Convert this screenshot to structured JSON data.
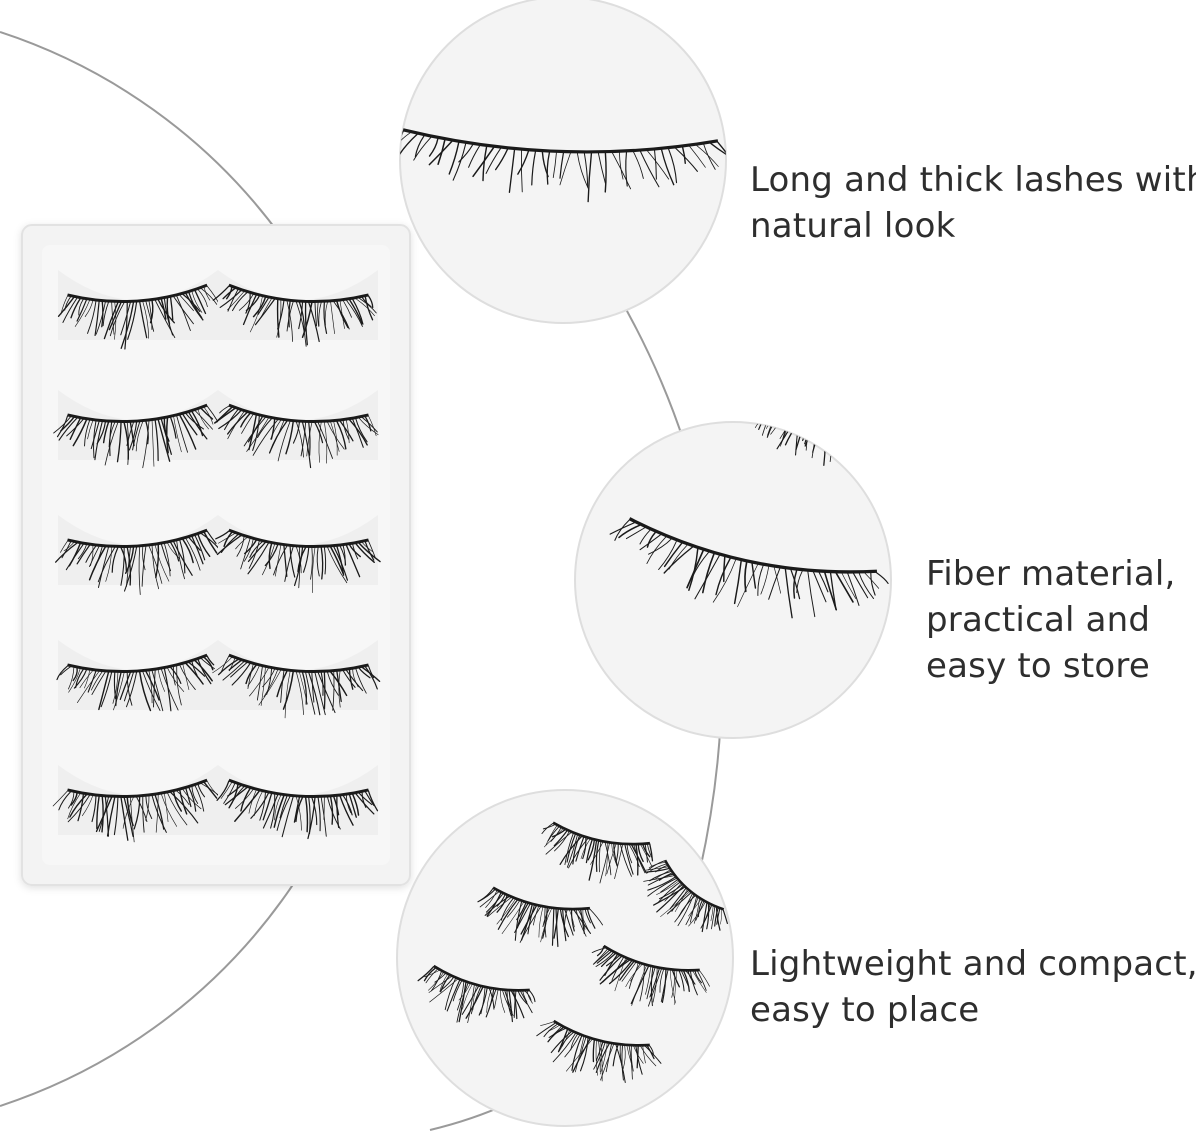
{
  "features": [
    {
      "lines": [
        "Long and thick lashes with",
        "natural look"
      ]
    },
    {
      "lines": [
        "Fiber material,",
        "practical and",
        "easy to store"
      ]
    },
    {
      "lines": [
        "Lightweight and compact,",
        "easy to place"
      ]
    }
  ],
  "colors": {
    "background": "#ffffff",
    "text": "#2e2e2e",
    "lash": "#1a1a1a",
    "tray": "#f1f1f1",
    "arc": "#9a9a9a"
  }
}
